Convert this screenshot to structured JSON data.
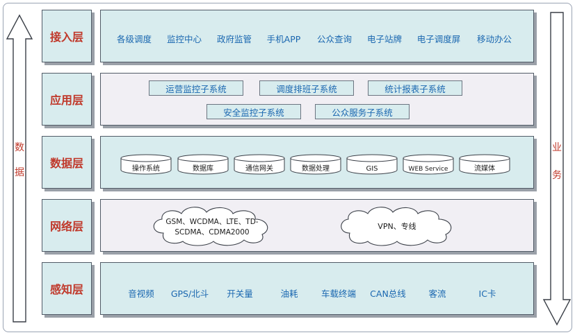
{
  "side_labels": {
    "left": [
      "数",
      "据"
    ],
    "right": [
      "业",
      "务"
    ]
  },
  "layers": [
    {
      "name": "接入层",
      "items": [
        "各级调度",
        "监控中心",
        "政府监管",
        "手机APP",
        "公众查询",
        "电子站牌",
        "电子调度屏",
        "移动办公"
      ]
    },
    {
      "name": "应用层",
      "items": [
        "运营监控子系统",
        "调度排班子系统",
        "统计报表子系统",
        "安全监控子系统",
        "公众服务子系统"
      ]
    },
    {
      "name": "数据层",
      "items": [
        "操作系统",
        "数据库",
        "通信网关",
        "数据处理",
        "GIS",
        "WEB Service",
        "流媒体"
      ]
    },
    {
      "name": "网络层",
      "items": [
        [
          "GSM、WCDMA、LTE、TD-",
          "SCDMA、CDMA2000"
        ],
        [
          "VPN、专线"
        ]
      ]
    },
    {
      "name": "感知层",
      "items": [
        "音视频",
        "GPS/北斗",
        "开关量",
        "油耗",
        "车载终端",
        "CAN总线",
        "客流",
        "IC卡"
      ]
    }
  ],
  "colors": {
    "label_text": "#c0392b",
    "item_text": "#1a67b0",
    "panel_fill": "#d8ecee",
    "panel_fill_light": "#f1eff4",
    "border": "#505a66"
  },
  "icons": [
    "up-arrow-icon",
    "down-arrow-icon",
    "cylinder-icon",
    "cloud-icon"
  ]
}
